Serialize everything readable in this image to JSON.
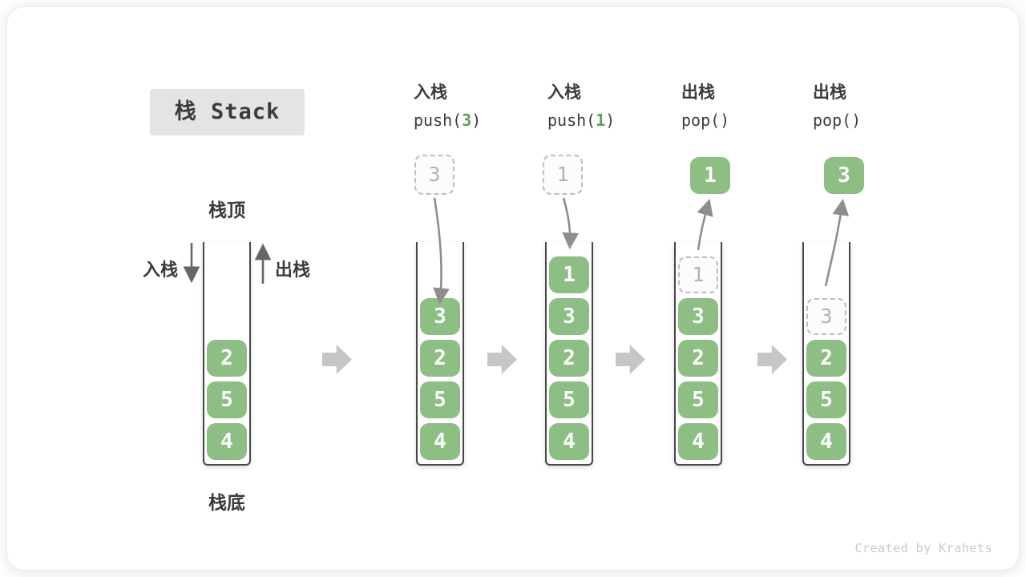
{
  "title": "栈 Stack",
  "legend": {
    "stack_top": "栈顶",
    "stack_bottom": "栈底",
    "push": "入栈",
    "pop": "出栈"
  },
  "operations": [
    {
      "action": "入栈",
      "code_pre": "push(",
      "code_arg": "3",
      "code_post": ")",
      "float_value": "3",
      "float_style": "dashed"
    },
    {
      "action": "入栈",
      "code_pre": "push(",
      "code_arg": "1",
      "code_post": ")",
      "float_value": "1",
      "float_style": "dashed"
    },
    {
      "action": "出栈",
      "code_pre": "pop(",
      "code_arg": "",
      "code_post": ")",
      "float_value": "1",
      "float_style": "solid"
    },
    {
      "action": "出栈",
      "code_pre": "pop(",
      "code_arg": "",
      "code_post": ")",
      "float_value": "3",
      "float_style": "solid"
    }
  ],
  "stacks": [
    {
      "cells": [
        {
          "v": "2"
        },
        {
          "v": "5"
        },
        {
          "v": "4"
        }
      ]
    },
    {
      "cells": [
        {
          "v": "3"
        },
        {
          "v": "2"
        },
        {
          "v": "5"
        },
        {
          "v": "4"
        }
      ]
    },
    {
      "cells": [
        {
          "v": "1"
        },
        {
          "v": "3"
        },
        {
          "v": "2"
        },
        {
          "v": "5"
        },
        {
          "v": "4"
        }
      ]
    },
    {
      "cells": [
        {
          "v": "1",
          "ghost": true
        },
        {
          "v": "3"
        },
        {
          "v": "2"
        },
        {
          "v": "5"
        },
        {
          "v": "4"
        }
      ]
    },
    {
      "cells": [
        {
          "v": "3",
          "ghost": true
        },
        {
          "v": "2"
        },
        {
          "v": "5"
        },
        {
          "v": "4"
        }
      ]
    }
  ],
  "watermark": "Created by Krahets",
  "colors": {
    "cell_green": "#8dbe84",
    "code_green": "#56a456",
    "title_bg": "#e4e4e4",
    "text_dark": "#3b3b3b",
    "arrow_gray": "#8e8e8e",
    "arrow_dark": "#666666",
    "block_arrow_gray": "#c6c6c6",
    "ghost_border": "#bdbdbd",
    "ghost_text": "#b3b3b3",
    "watermark_gray": "#c9c9c9"
  }
}
